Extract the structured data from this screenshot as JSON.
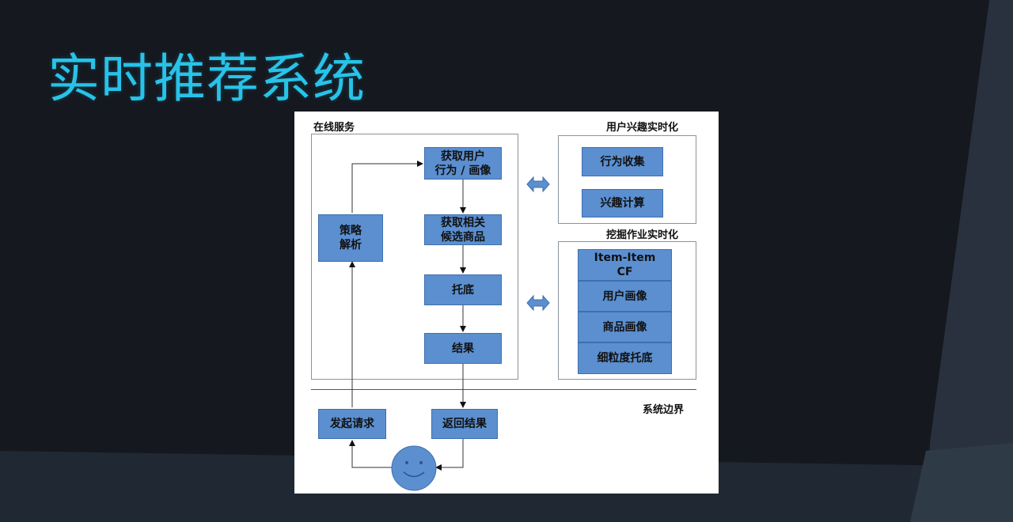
{
  "slide": {
    "title": "实时推荐系统"
  },
  "diagram": {
    "sections": {
      "online": "在线服务",
      "interest": "用户兴趣实时化",
      "mining": "挖掘作业实时化",
      "boundary": "系统边界"
    },
    "nodes": {
      "fetch_user": "获取用户\n行为 / 画像",
      "fetch_candidates": "获取相关\n候选商品",
      "fallback": "托底",
      "result": "结果",
      "strategy": "策略\n解析",
      "collect": "行为收集",
      "compute": "兴趣计算",
      "item_cf": "Item-Item\nCF",
      "user_profile": "用户画像",
      "item_profile": "商品画像",
      "fine_fallback": "细粒度托底",
      "send_request": "发起请求",
      "return_result": "返回结果"
    },
    "colors": {
      "node_fill": "#5b8fd0",
      "title": "#27c3e9",
      "arrow": "#5b8fd0"
    },
    "icons": {
      "user": "smiley-face-icon",
      "link": "double-arrow-icon"
    }
  }
}
